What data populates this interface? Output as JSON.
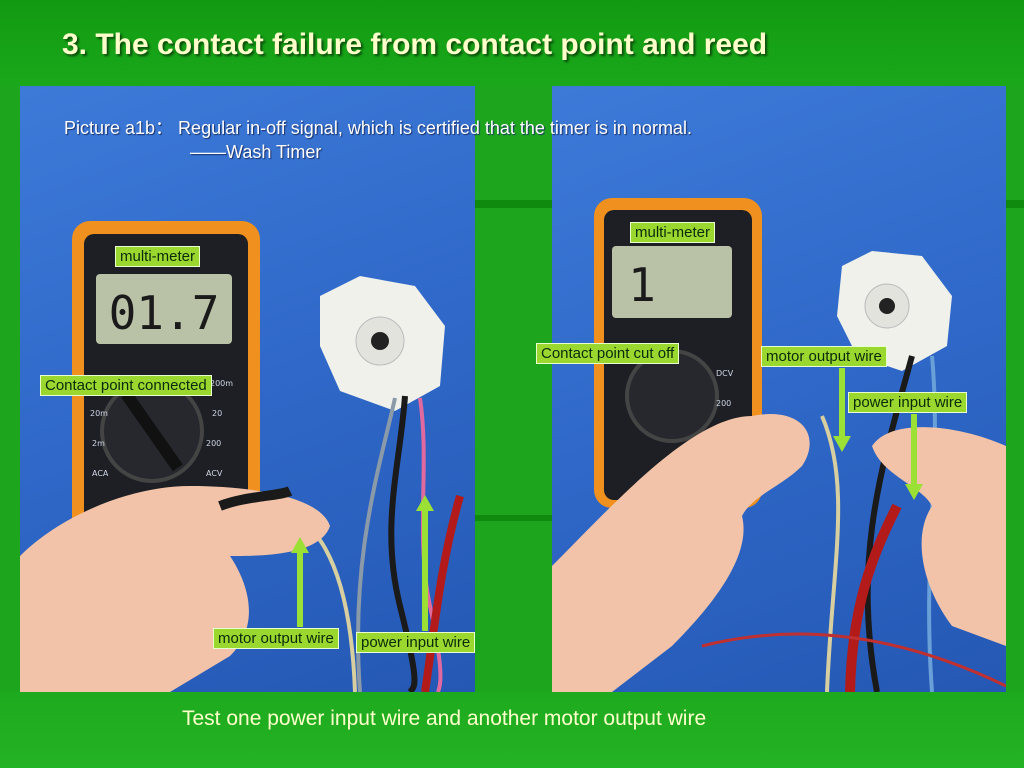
{
  "slide": {
    "title": "3. The contact failure from contact point and reed",
    "caption_line1": "Picture a1b：  Regular in-off signal, which is certified that the timer is in normal.",
    "caption_line2": "——Wash Timer",
    "bottom_text": "Test one power input wire and another motor output wire"
  },
  "left_photo": {
    "display_reading": "01.7",
    "labels": {
      "multimeter": "multi-meter",
      "contact_connected": "Contact point connected",
      "motor_output": "motor output wire",
      "power_input": "power input wire"
    }
  },
  "right_photo": {
    "display_reading": "1",
    "labels": {
      "multimeter": "multi-meter",
      "contact_cut_off": "Contact point cut off",
      "motor_output": "motor output wire",
      "power_input": "power input wire"
    }
  },
  "colors": {
    "background": "#1ea51e",
    "title_text": "#ffffcc",
    "label_fill": "#9ad830",
    "arrow": "#9be035",
    "meter_body": "#f0901e"
  }
}
